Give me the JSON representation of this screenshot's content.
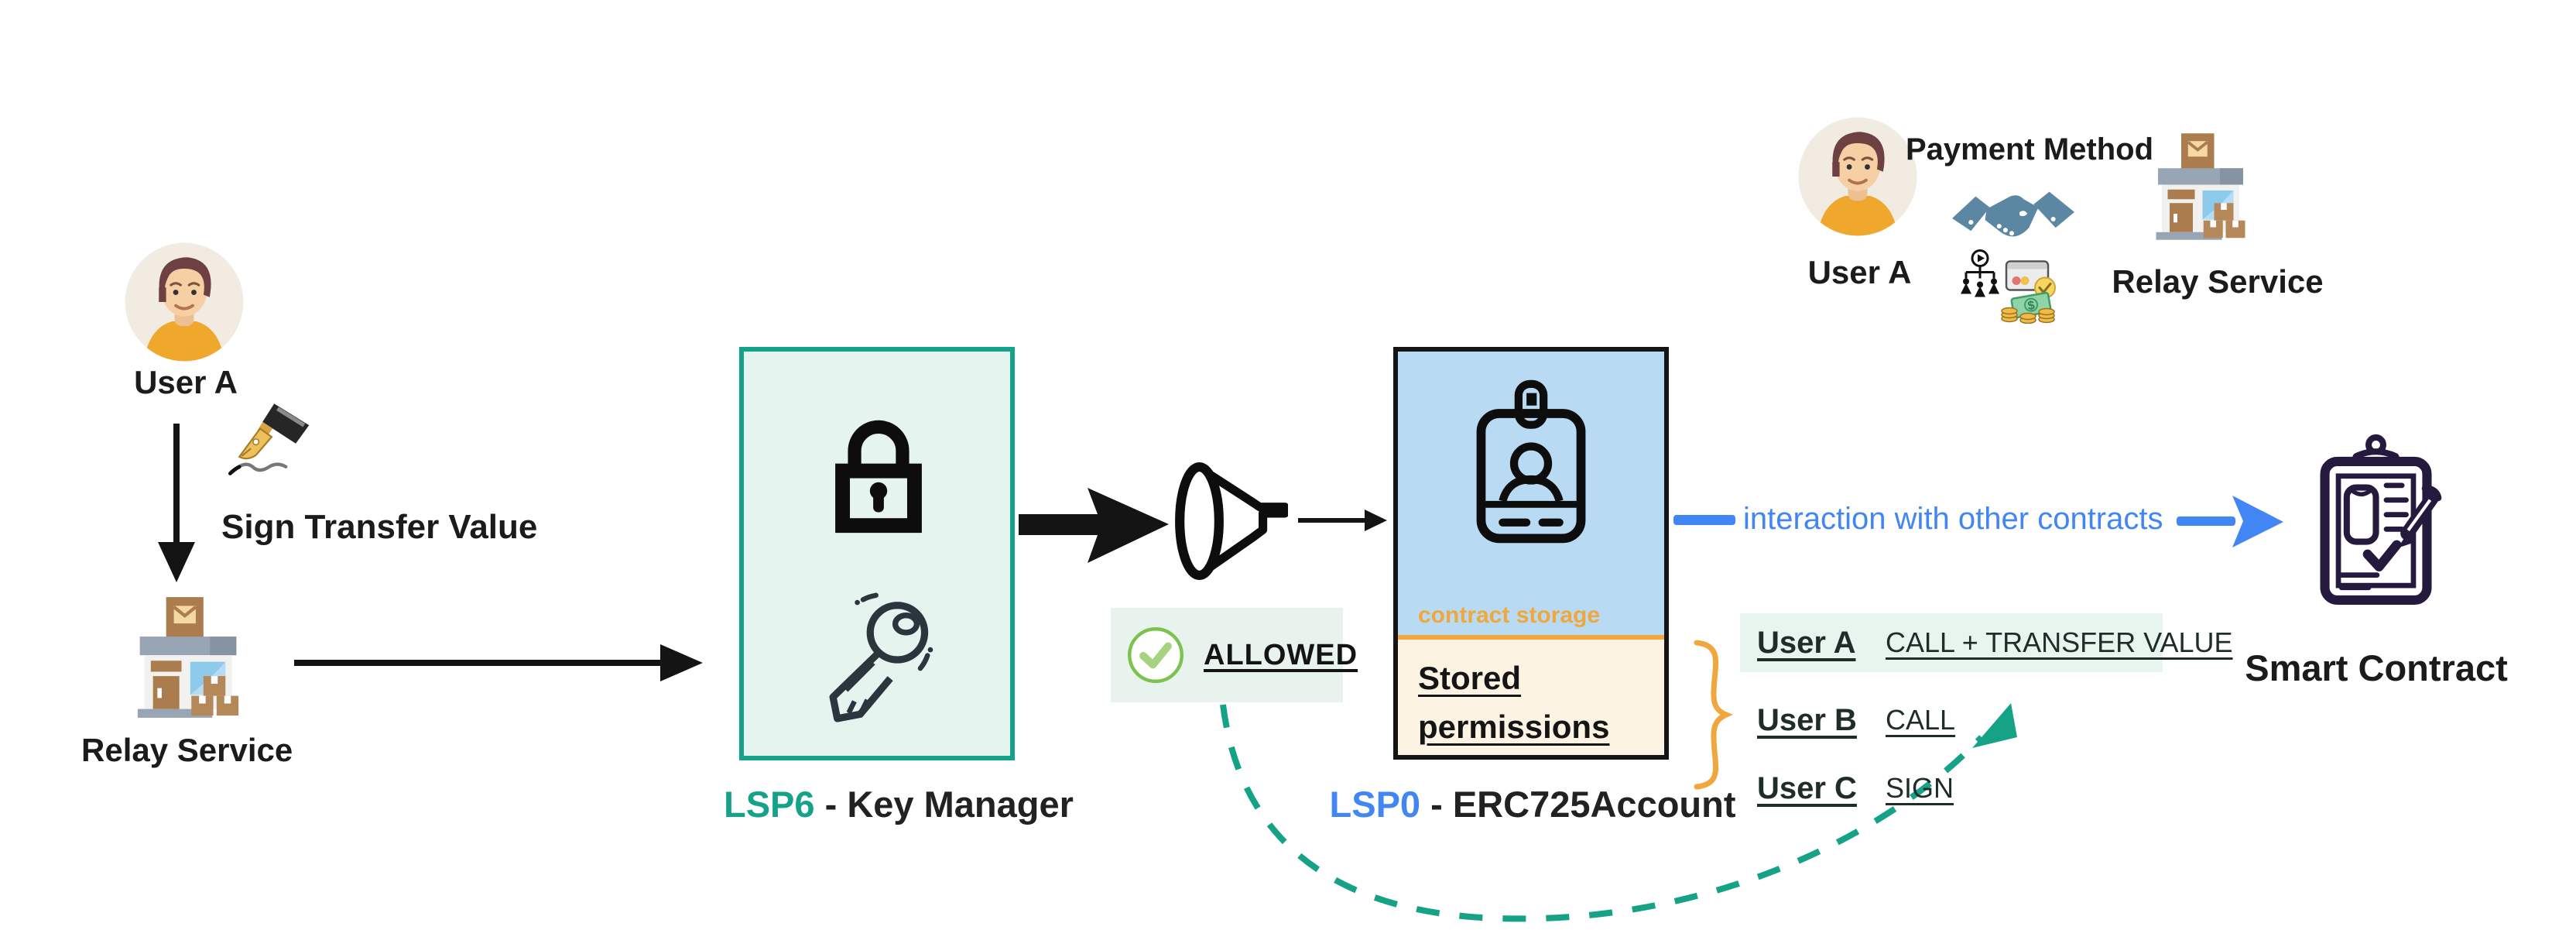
{
  "palette": {
    "teal": "#14a38a",
    "dashed_teal": "#16a286",
    "blue": "#4285f4",
    "orange": "#f0a73d",
    "mint_bg": "#e6f4ef",
    "badge_mint_bg": "#e8f3ed",
    "row_mint_bg": "#e8f4ee",
    "account_blue_bg": "#b9daf3",
    "account_cream_bg": "#fdf3e2",
    "ink": "#141414",
    "navy": "#241a3e",
    "check_green": "#7cc24e",
    "avatar_shirt": "#f0a82c",
    "handshake_blue": "#5b87a3"
  },
  "nodes": {
    "user_a": {
      "label": "User A"
    },
    "sign": {
      "label": "Sign Transfer Value"
    },
    "relay": {
      "label": "Relay Service"
    },
    "key_manager": {
      "code": "LSP6",
      "name": "- Key Manager"
    },
    "allowed": {
      "label": "ALLOWED"
    },
    "account": {
      "code": "LSP0",
      "name": "- ERC725Account",
      "storage_label": "contract storage",
      "permissions_line1": "Stored",
      "permissions_line2": "permissions"
    },
    "interaction_label": "interaction with other contracts",
    "smart_contract": {
      "label": "Smart Contract"
    },
    "payment": {
      "title": "Payment Method",
      "user_label": "User A",
      "relay_label": "Relay Service"
    }
  },
  "permissions_table": {
    "rows": [
      {
        "user": "User A",
        "permission": "CALL + TRANSFER VALUE"
      },
      {
        "user": "User B",
        "permission": "CALL"
      },
      {
        "user": "User C",
        "permission": "SIGN"
      }
    ]
  },
  "icons": {
    "user_avatar": "person-avatar",
    "relay_service": "storefront-with-parcels",
    "sign": "fountain-pen-signature",
    "lock": "padlock",
    "key": "key",
    "funnel": "funnel",
    "allowed_check": "check-circle",
    "account_badge": "id-badge",
    "handshake": "handshake",
    "payment_methods": "network-card-cash-coins",
    "smart_contract": "clipboard-pen-check"
  }
}
